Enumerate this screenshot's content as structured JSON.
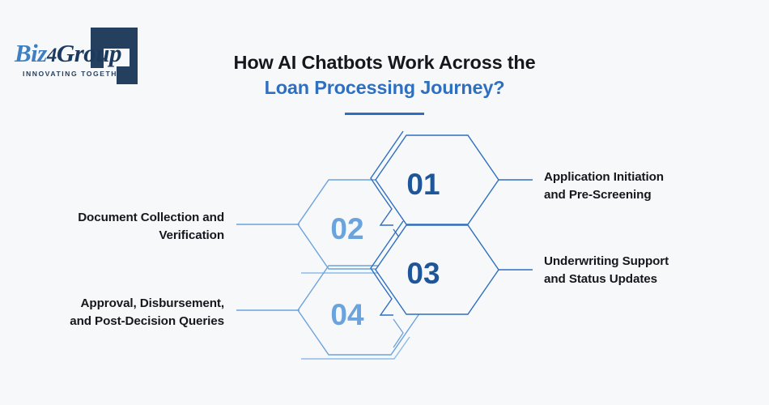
{
  "brand": {
    "name_part1": "Biz",
    "name_part2": "4",
    "name_part3": "Group",
    "tagline": "INNOVATING TOGETHER"
  },
  "header": {
    "title_line1": "How AI Chatbots Work Across the",
    "title_line2": "Loan Processing Journey?"
  },
  "colors": {
    "background": "#f7f8fa",
    "accent_blue": "#2f6fc0",
    "dark_blue": "#1f5699",
    "light_blue": "#6ba3dd",
    "navy": "#253f5e",
    "text": "#14181d"
  },
  "diagram": {
    "type": "hexagon-process-flow",
    "steps": [
      {
        "number": "01",
        "label_line1": "Application Initiation",
        "label_line2": "and Pre-Screening",
        "side": "right",
        "tone": "dark"
      },
      {
        "number": "02",
        "label_line1": "Document Collection and",
        "label_line2": "Verification",
        "side": "left",
        "tone": "light"
      },
      {
        "number": "03",
        "label_line1": "Underwriting Support",
        "label_line2": "and Status Updates",
        "side": "right",
        "tone": "dark"
      },
      {
        "number": "04",
        "label_line1": "Approval, Disbursement,",
        "label_line2": "and Post-Decision Queries",
        "side": "left",
        "tone": "light"
      }
    ]
  }
}
